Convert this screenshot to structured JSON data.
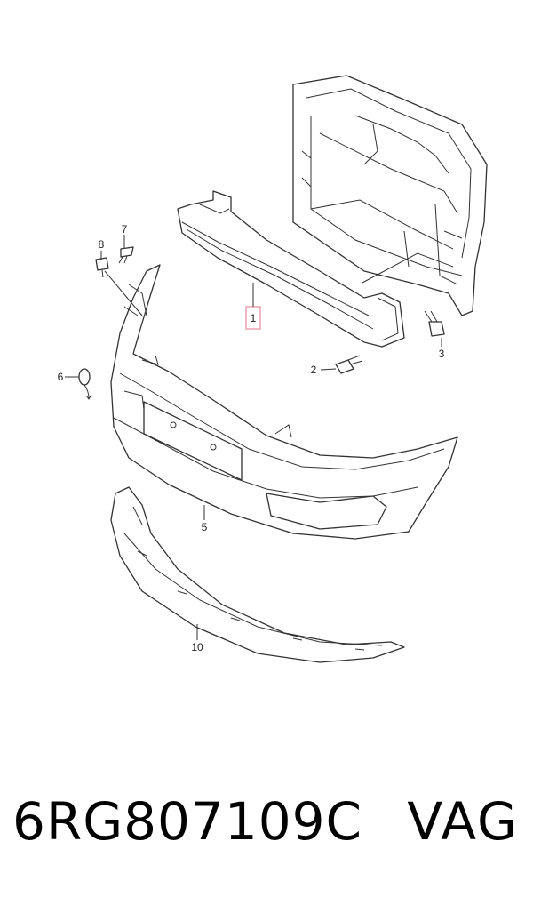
{
  "diagram": {
    "callouts": {
      "c1": "1",
      "c2": "2",
      "c3": "3",
      "c5": "5",
      "c6": "6",
      "c7": "7",
      "c8": "8",
      "c10": "10"
    },
    "highlight_color": "#e58a9b"
  },
  "footer": {
    "part_number": "6RG807109C",
    "brand": "VAG"
  }
}
